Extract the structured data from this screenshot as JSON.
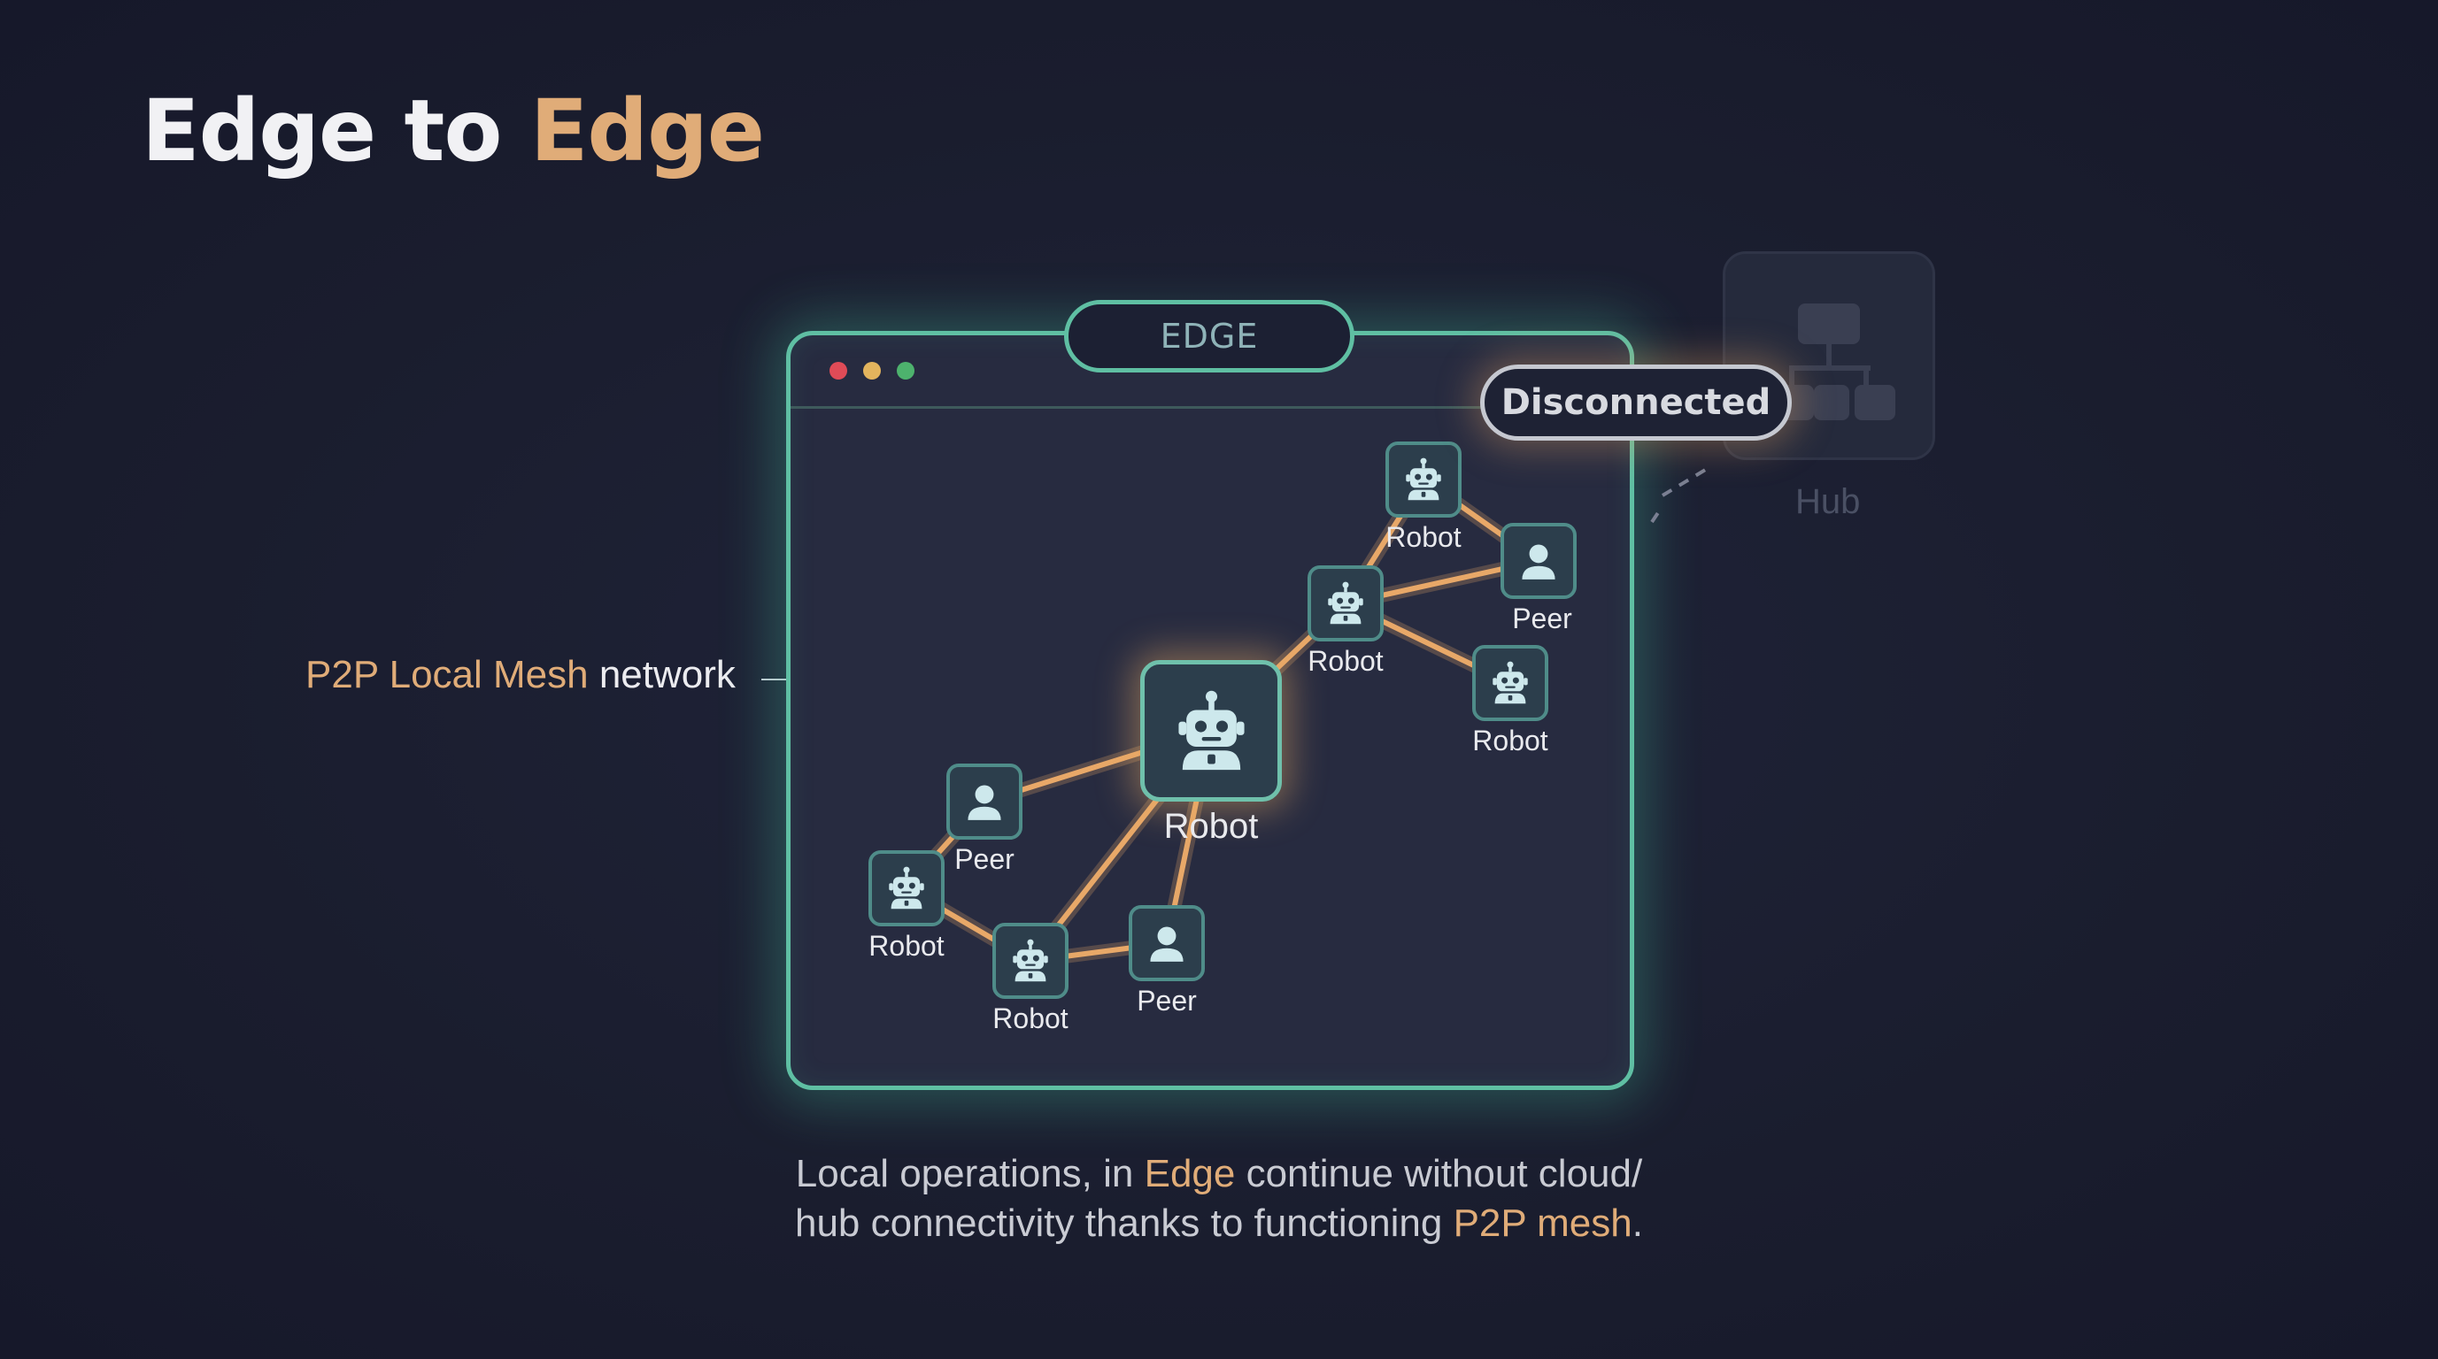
{
  "title": {
    "part1": "Edge to ",
    "part2": "Edge"
  },
  "mesh_label": {
    "accent": "P2P Local Mesh",
    "rest": " network"
  },
  "window": {
    "tab_label": "EDGE"
  },
  "status": {
    "disconnected": "Disconnected"
  },
  "hub": {
    "label": "Hub",
    "icon": "hierarchy-icon"
  },
  "nodes": [
    {
      "id": "robot-top",
      "type": "robot",
      "label": "Robot"
    },
    {
      "id": "peer-top-right",
      "type": "peer",
      "label": "Peer"
    },
    {
      "id": "robot-mid",
      "type": "robot",
      "label": "Robot"
    },
    {
      "id": "robot-right",
      "type": "robot",
      "label": "Robot"
    },
    {
      "id": "robot-center",
      "type": "robot",
      "label": "Robot"
    },
    {
      "id": "peer-left",
      "type": "peer",
      "label": "Peer"
    },
    {
      "id": "robot-far-left",
      "type": "robot",
      "label": "Robot"
    },
    {
      "id": "robot-bottom",
      "type": "robot",
      "label": "Robot"
    },
    {
      "id": "peer-bottom",
      "type": "peer",
      "label": "Peer"
    }
  ],
  "links": [
    [
      "robot-top",
      "robot-mid"
    ],
    [
      "robot-top",
      "peer-top-right"
    ],
    [
      "robot-mid",
      "peer-top-right"
    ],
    [
      "robot-mid",
      "robot-right"
    ],
    [
      "robot-mid",
      "robot-center"
    ],
    [
      "robot-center",
      "peer-left"
    ],
    [
      "robot-center",
      "robot-bottom"
    ],
    [
      "robot-center",
      "peer-bottom"
    ],
    [
      "peer-left",
      "robot-far-left"
    ],
    [
      "robot-far-left",
      "robot-bottom"
    ],
    [
      "robot-bottom",
      "peer-bottom"
    ]
  ],
  "caption": {
    "line1_a": "Local operations, in ",
    "line1_b": "Edge",
    "line1_c": " continue without cloud/",
    "line2_a": "hub connectivity thanks to functioning ",
    "line2_b": "P2P mesh",
    "line2_c": "."
  },
  "colors": {
    "accent": "#e0ac78",
    "window_border": "#5fbfa3",
    "link": "#e8a868",
    "background": "#1a1d2e"
  }
}
